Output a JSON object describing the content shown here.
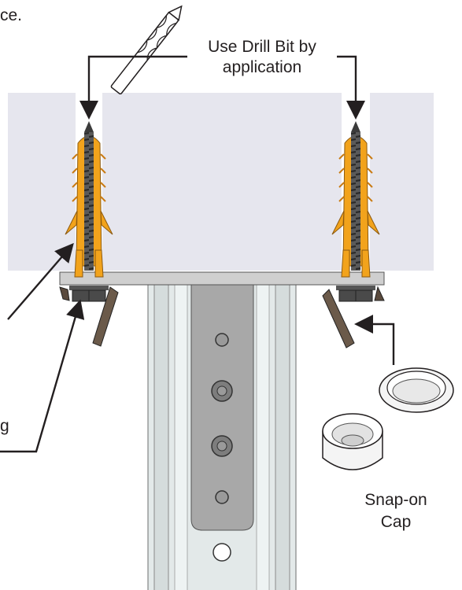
{
  "labels": {
    "top_left_fragment": "ce.",
    "drill_line1": "Use Drill Bit by",
    "drill_line2": "application",
    "left_fragment": "g",
    "cap_line1": "Snap-on",
    "cap_line2": "Cap"
  },
  "colors": {
    "wall": "#e6e6ee",
    "anchor_orange": "#f2a31c",
    "anchor_shadow": "#c97a10",
    "screw": "#4d4d4d",
    "plate": "#c8c8c8",
    "post": "#dfe6e6",
    "strap": "#a7a7a7",
    "lines": "#231f20"
  },
  "icons": {
    "drill": "drill-bit-icon",
    "anchor": "wall-anchor-icon",
    "cap": "snap-on-cap-icon"
  }
}
